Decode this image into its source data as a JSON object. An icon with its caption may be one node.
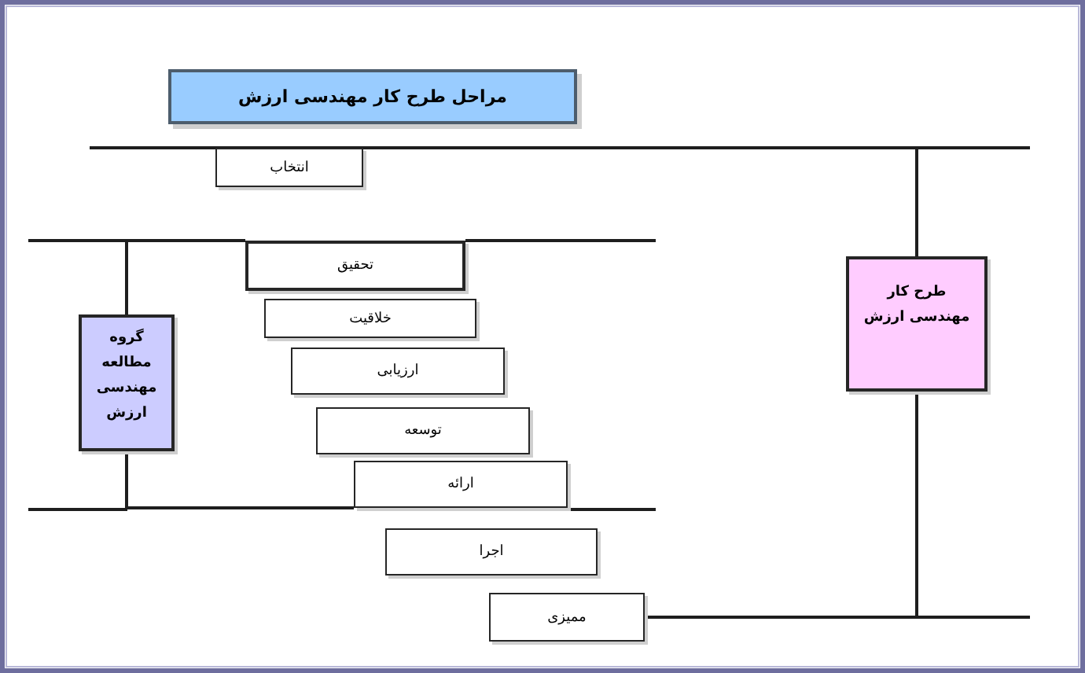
{
  "diagram": {
    "title": "مراحل طرح کار مهندسی ارزش",
    "nodes": [
      {
        "text": [
          "انتخاب"
        ]
      },
      {
        "text": [
          "تحقیق"
        ]
      },
      {
        "text": [
          "خلاقیت"
        ]
      },
      {
        "text": [
          "ارزیابی"
        ]
      },
      {
        "text": [
          "توسعه"
        ]
      },
      {
        "text": [
          "ارائه"
        ]
      },
      {
        "text": [
          "اجرا"
        ]
      },
      {
        "text": [
          "ممیزی"
        ]
      },
      {
        "text": [
          "طرح کار مهندسی ارزش"
        ]
      },
      {
        "text": [
          "گروه مطالعه مهندسی ارزش"
        ]
      }
    ],
    "edges": [
      {
        "from": 8,
        "to": 0,
        "arrow": "none"
      },
      {
        "from": 8,
        "to": 7,
        "arrow": "none"
      },
      {
        "from": 9,
        "to": 1,
        "arrow": "none"
      },
      {
        "from": 9,
        "to": 5,
        "arrow": "none"
      }
    ]
  }
}
